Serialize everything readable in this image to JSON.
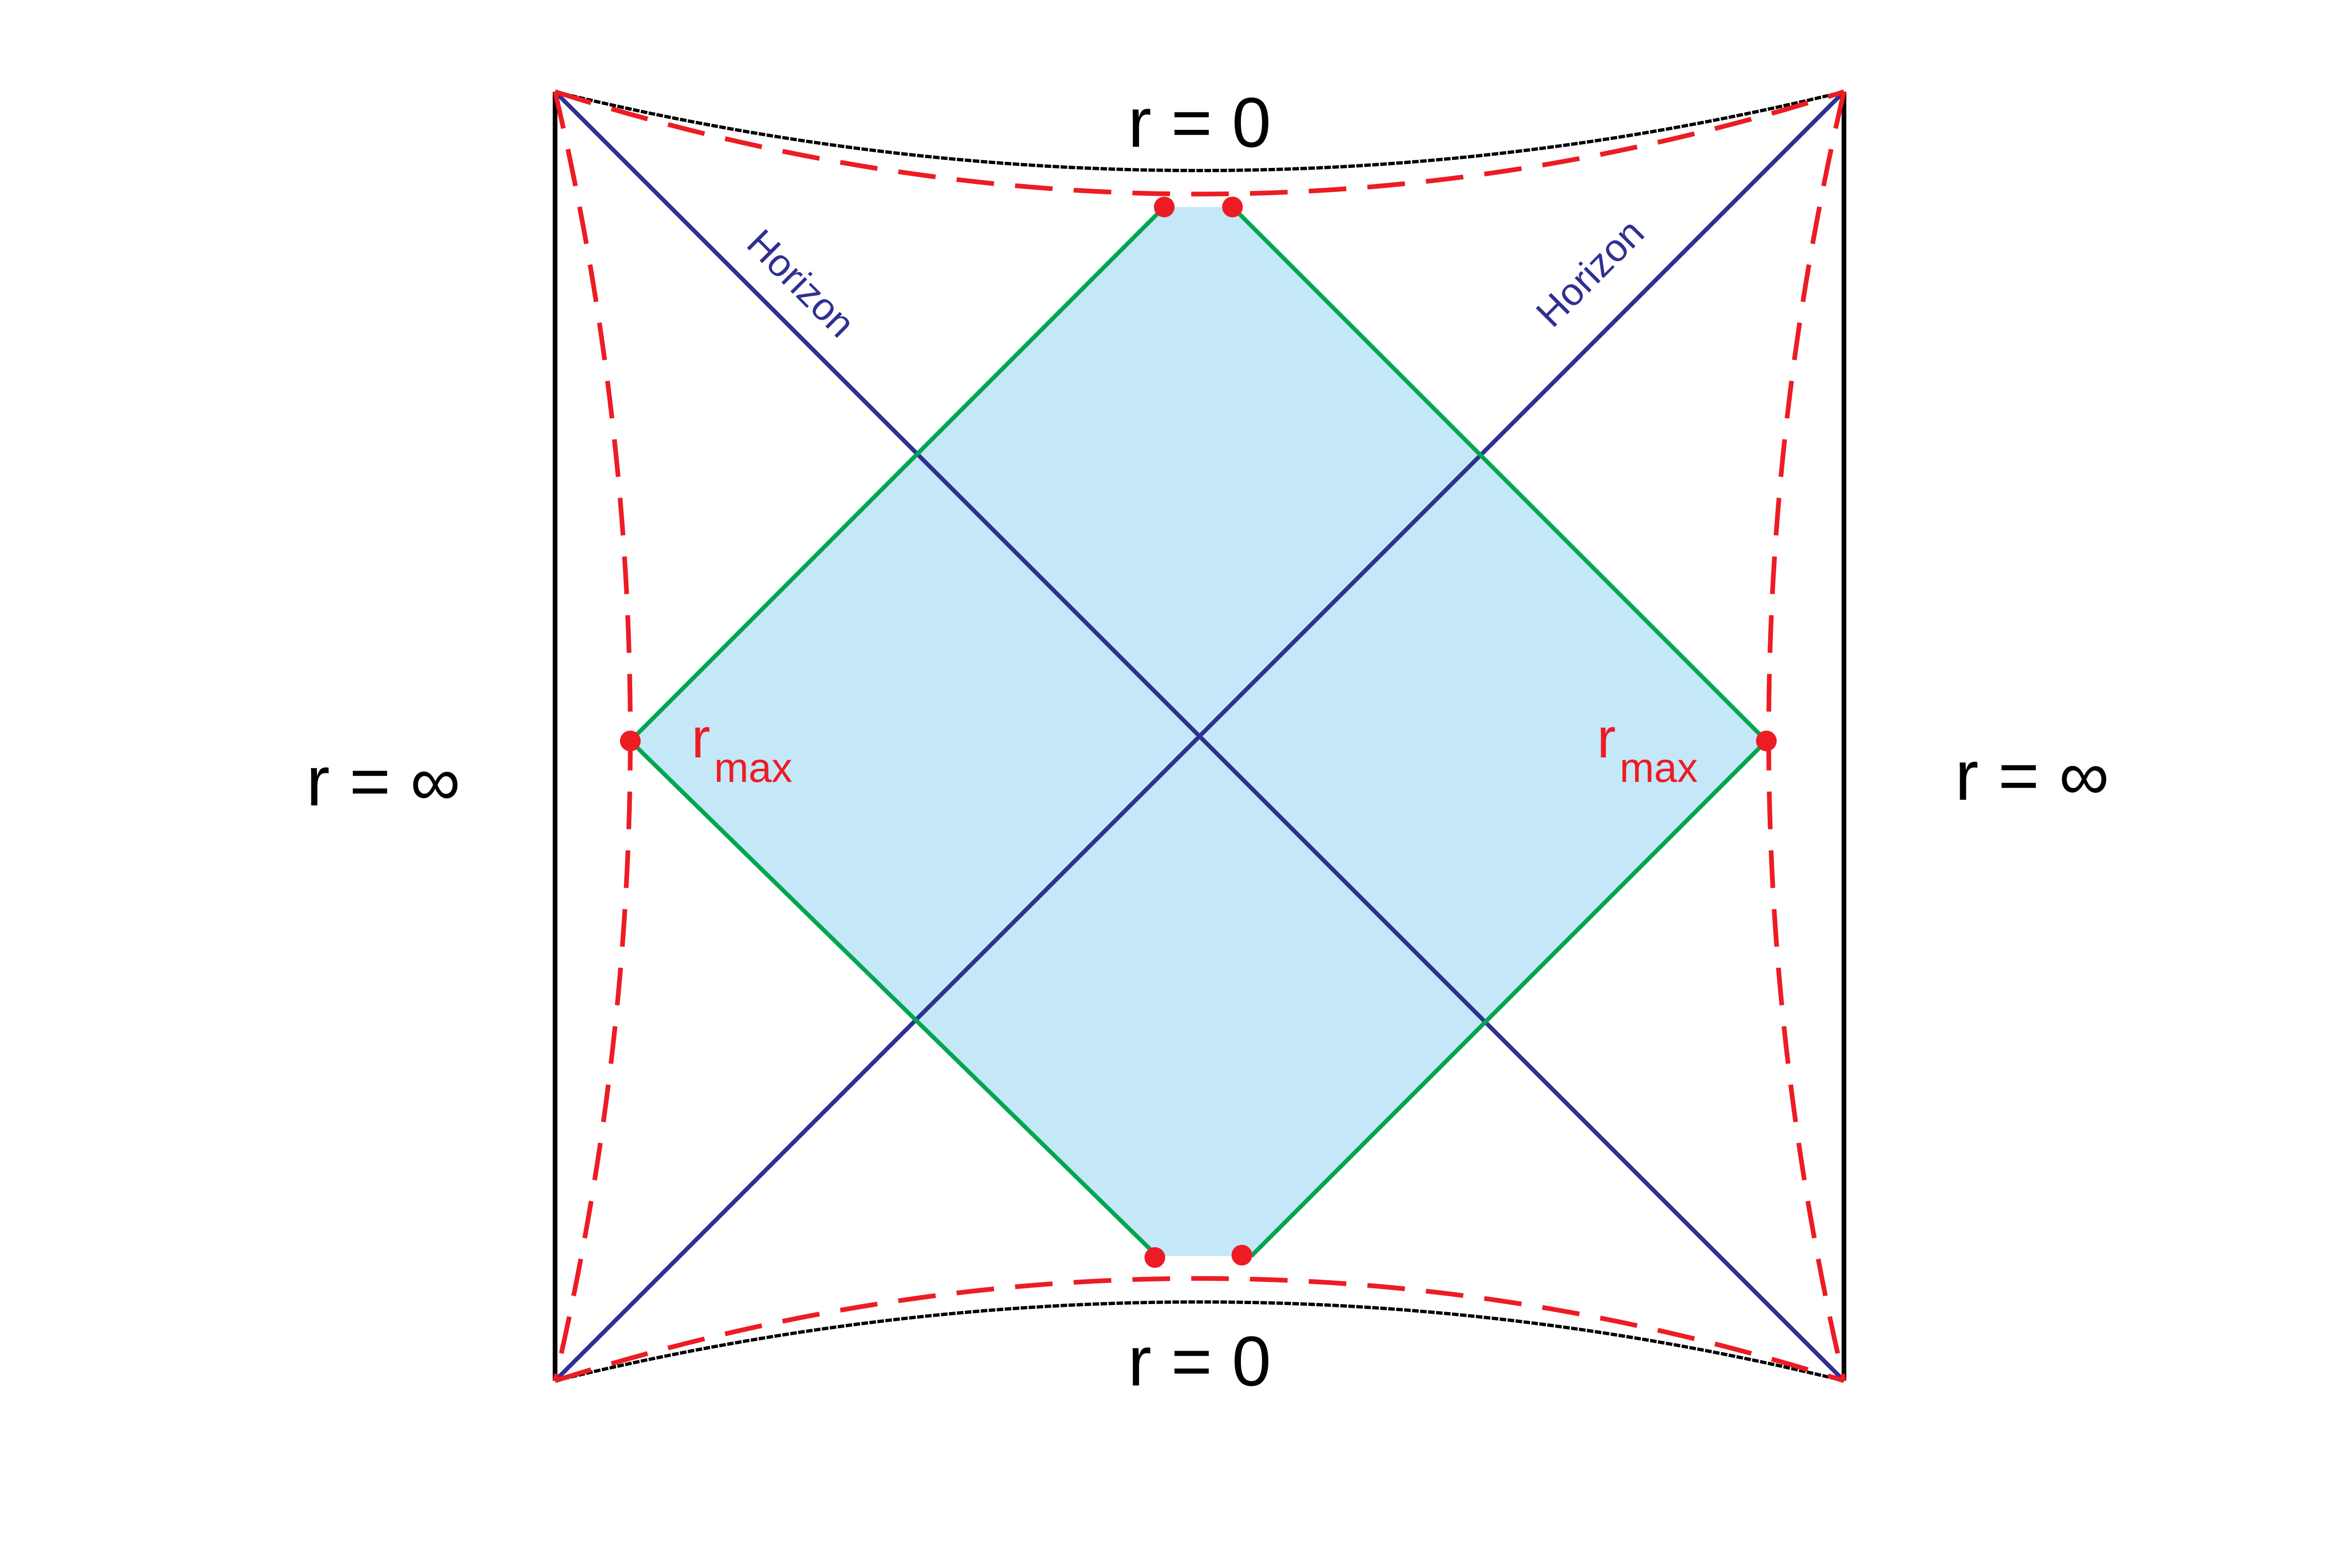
{
  "labels": {
    "top_singularity": "r = 0",
    "bottom_singularity": "r = 0",
    "left_boundary": "r = ∞",
    "right_boundary": "r = ∞",
    "horizon_left": "Horizon",
    "horizon_right": "Horizon",
    "rmax_base": "r",
    "rmax_sub": "max"
  },
  "colors": {
    "boundary": "#000000",
    "horizon": "#2e3192",
    "region_fill": "#c4e8f7",
    "region_edge": "#00a651",
    "dashed_curve": "#ed1c24",
    "marker": "#ed1c24"
  },
  "icons": {
    "marker": "filled-circle"
  }
}
